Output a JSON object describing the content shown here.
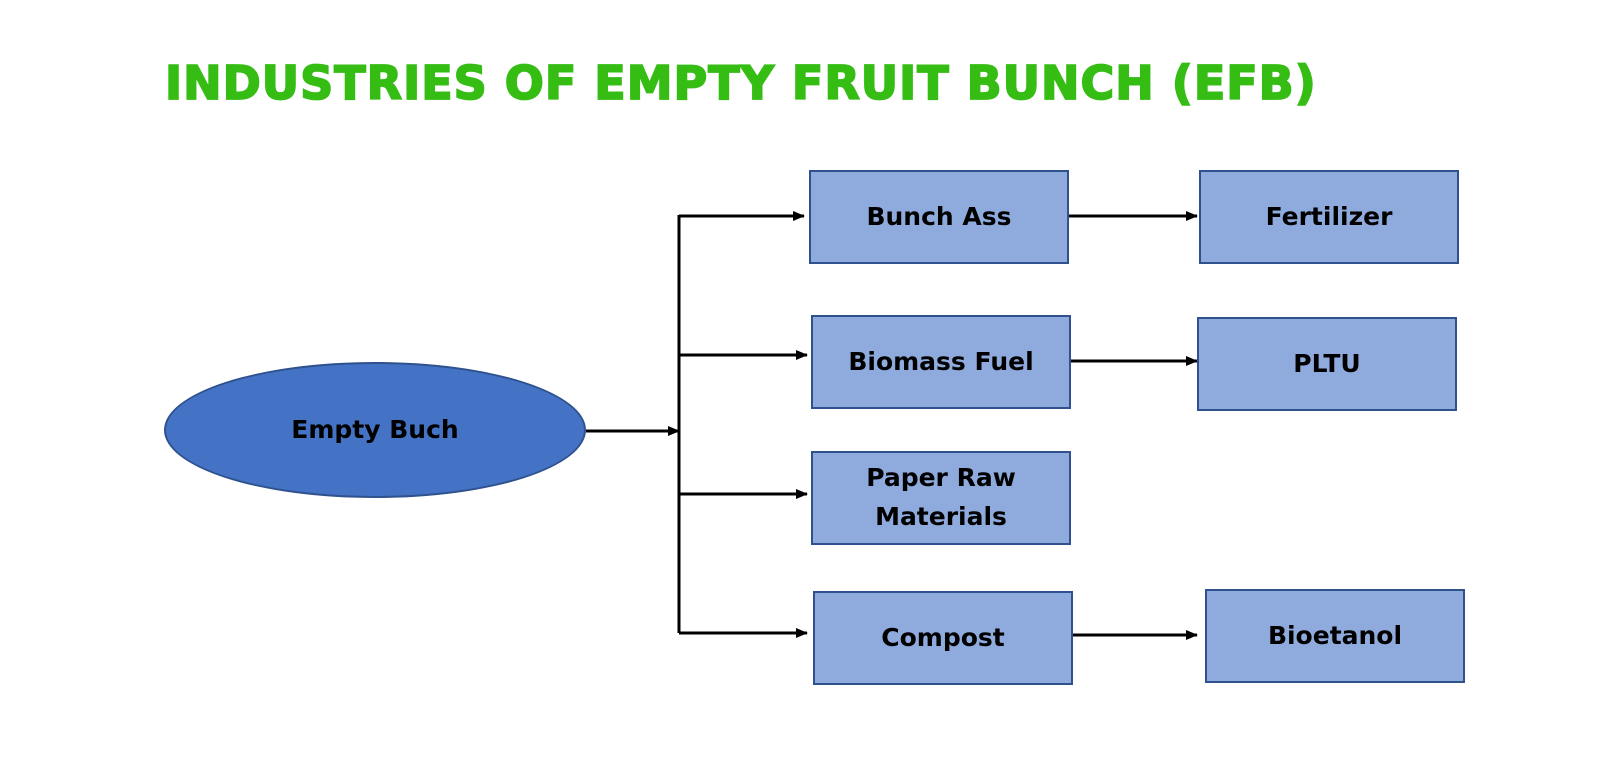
{
  "title": "INDUSTRIES OF EMPTY FRUIT BUNCH (EFB)",
  "colors": {
    "title": "#35bd14",
    "root_fill": "#4472c4",
    "node_fill": "#8faadc",
    "node_border": "#2f528f",
    "connector": "#000000"
  },
  "root": {
    "label": "Empty Buch"
  },
  "products": [
    {
      "label": "Bunch Ass",
      "derivative": "Fertilizer"
    },
    {
      "label": "Biomass Fuel",
      "derivative": "PLTU"
    },
    {
      "label": "Paper Raw\nMaterials",
      "derivative": ""
    },
    {
      "label": "Compost",
      "derivative": "Bioetanol"
    }
  ]
}
